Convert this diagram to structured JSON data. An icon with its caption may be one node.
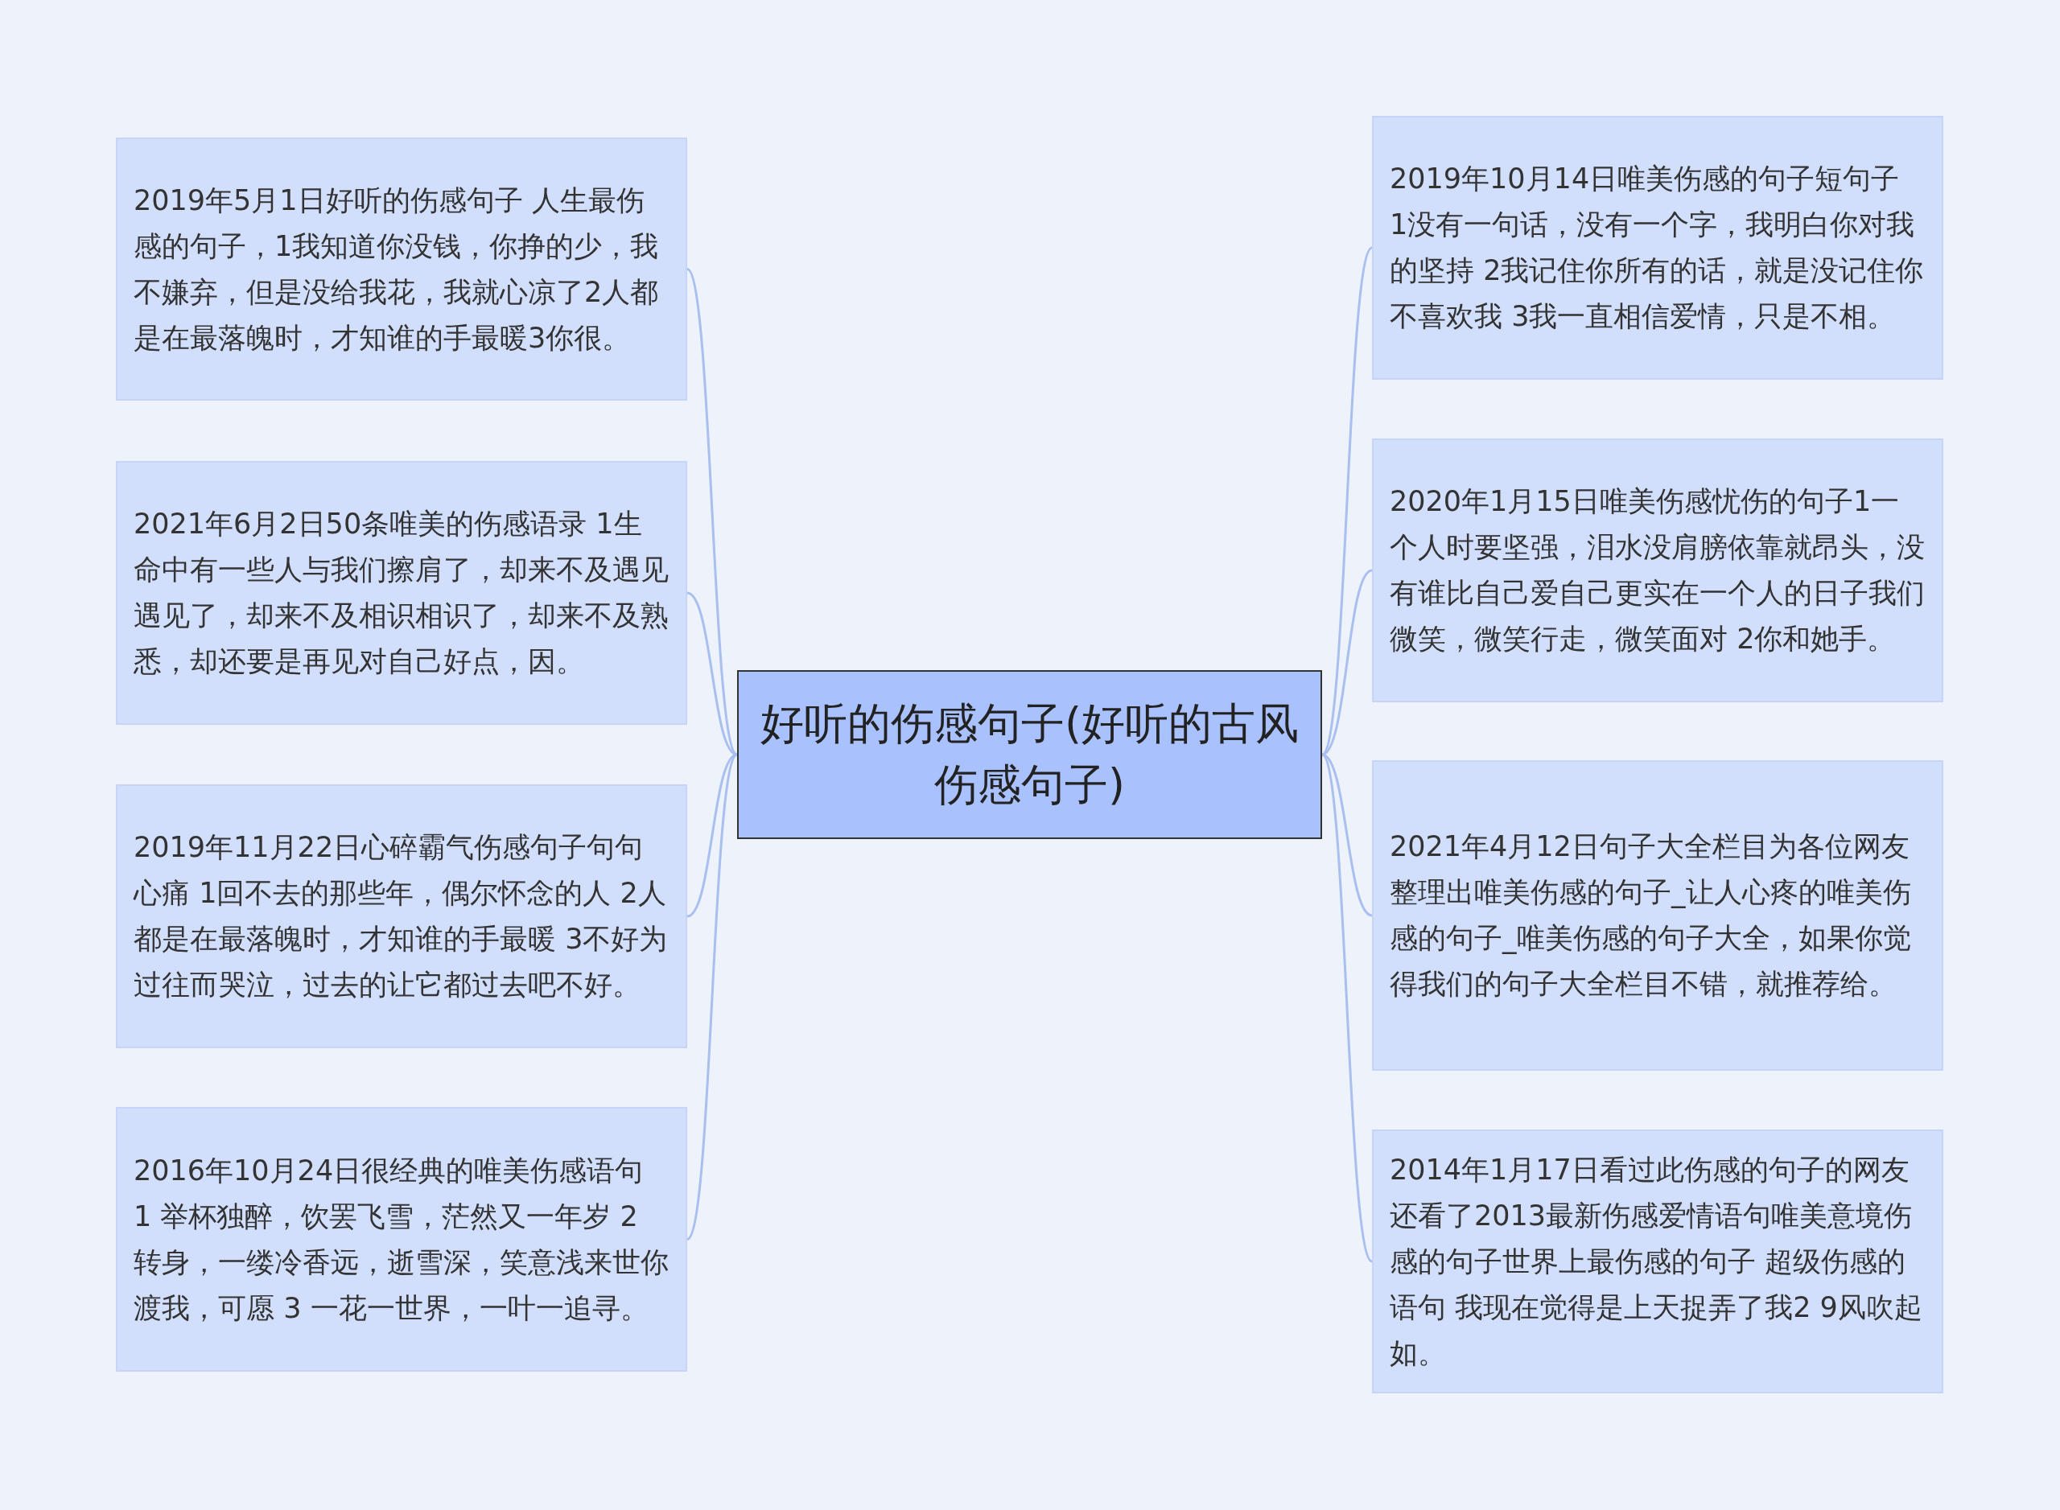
{
  "diagram": {
    "nodes": [
      {
        "text": [
          "好听的伤感句子(好听的古风伤感句子)"
        ]
      },
      {
        "text": [
          "2019年5月1日好听的伤感句子 人生最伤感的句子，1我知道你没钱，你挣的少，我不嫌弃，但是没给我花，我就心凉了2人都是在最落魄时，才知谁的手最暖3你很。"
        ]
      },
      {
        "text": [
          "2021年6月2日50条唯美的伤感语录 1生命中有一些人与我们擦肩了，却来不及遇见遇见了，却来不及相识相识了，却来不及熟悉，却还要是再见对自己好点，因。"
        ]
      },
      {
        "text": [
          "2019年11月22日心碎霸气伤感句子句句心痛 1回不去的那些年，偶尔怀念的人 2人都是在最落魄时，才知谁的手最暖 3不好为过往而哭泣，过去的让它都过去吧不好。"
        ]
      },
      {
        "text": [
          "2016年10月24日很经典的唯美伤感语句 1 举杯独醉，饮罢飞雪，茫然又一年岁 2 转身，一缕冷香远，逝雪深，笑意浅来世你渡我，可愿 3 一花一世界，一叶一追寻。"
        ]
      },
      {
        "text": [
          "2019年10月14日唯美伤感的句子短句子 1没有一句话，没有一个字，我明白你对我的坚持 2我记住你所有的话，就是没记住你不喜欢我 3我一直相信爱情，只是不相。"
        ]
      },
      {
        "text": [
          "2020年1月15日唯美伤感忧伤的句子1一个人时要坚强，泪水没肩膀依靠就昂头，没有谁比自己爱自己更实在一个人的日子我们微笑，微笑行走，微笑面对 2你和她手。"
        ]
      },
      {
        "text": [
          "2021年4月12日句子大全栏目为各位网友整理出唯美伤感的句子_让人心疼的唯美伤感的句子_唯美伤感的句子大全，如果你觉得我们的句子大全栏目不错，就推荐给。"
        ]
      },
      {
        "text": [
          "2014年1月17日看过此伤感的句子的网友还看了2013最新伤感爱情语句唯美意境伤感的句子世界上最伤感的句子 超级伤感的语句 我现在觉得是上天捉弄了我2 9风吹起如。"
        ]
      }
    ],
    "edges": [
      {
        "from": 0,
        "to": 1,
        "arrow": "none"
      },
      {
        "from": 0,
        "to": 2,
        "arrow": "none"
      },
      {
        "from": 0,
        "to": 3,
        "arrow": "none"
      },
      {
        "from": 0,
        "to": 4,
        "arrow": "none"
      },
      {
        "from": 0,
        "to": 5,
        "arrow": "none"
      },
      {
        "from": 0,
        "to": 6,
        "arrow": "none"
      },
      {
        "from": 0,
        "to": 7,
        "arrow": "none"
      },
      {
        "from": 0,
        "to": 8,
        "arrow": "none"
      }
    ]
  }
}
